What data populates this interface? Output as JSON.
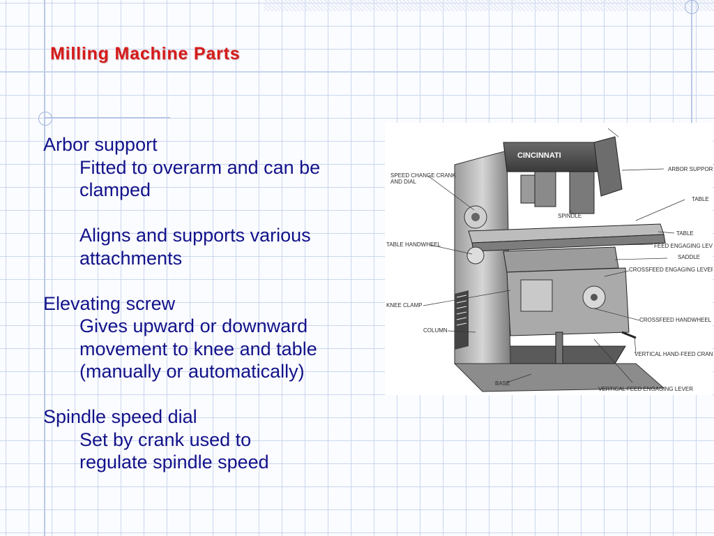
{
  "slide": {
    "title": "Milling Machine Parts",
    "items": [
      {
        "heading": "Arbor support",
        "details": [
          [
            "Fitted to overarm and can be",
            "clamped"
          ],
          [
            "Aligns and supports various",
            "attachments"
          ]
        ]
      },
      {
        "heading": "Elevating screw",
        "details": [
          [
            "Gives upward or downward",
            "movement to knee and table",
            "(manually or automatically)"
          ]
        ]
      },
      {
        "heading": "Spindle speed dial",
        "details": [
          [
            "Set by crank used to",
            "regulate spindle speed"
          ]
        ]
      }
    ]
  },
  "figure": {
    "brand": "CINCINNATI",
    "labels": {
      "speed_change_1": "SPEED CHANGE CRANK",
      "speed_change_2": "AND DIAL",
      "arbor_support": "ARBOR SUPPORT",
      "table_top": "TABLE",
      "spindle": "SPINDLE",
      "table": "TABLE",
      "table_handwheel": "TABLE HANDWHEEL",
      "feed_lever": "FEED ENGAGING LEVER",
      "saddle": "SADDLE",
      "crossfeed_lever": "CROSSFEED ENGAGING LEVER",
      "knee_clamp": "KNEE CLAMP",
      "crossfeed_handwheel": "CROSSFEED HANDWHEEL",
      "column": "COLUMN",
      "vertical_crank": "VERTICAL HAND-FEED CRANK",
      "base": "BASE",
      "vertical_lever": "VERTICAL FEED ENGAGING LEVER"
    }
  },
  "colors": {
    "title": "#d51b1b",
    "body_text": "#12128a",
    "grid": "#c9d6ee"
  }
}
